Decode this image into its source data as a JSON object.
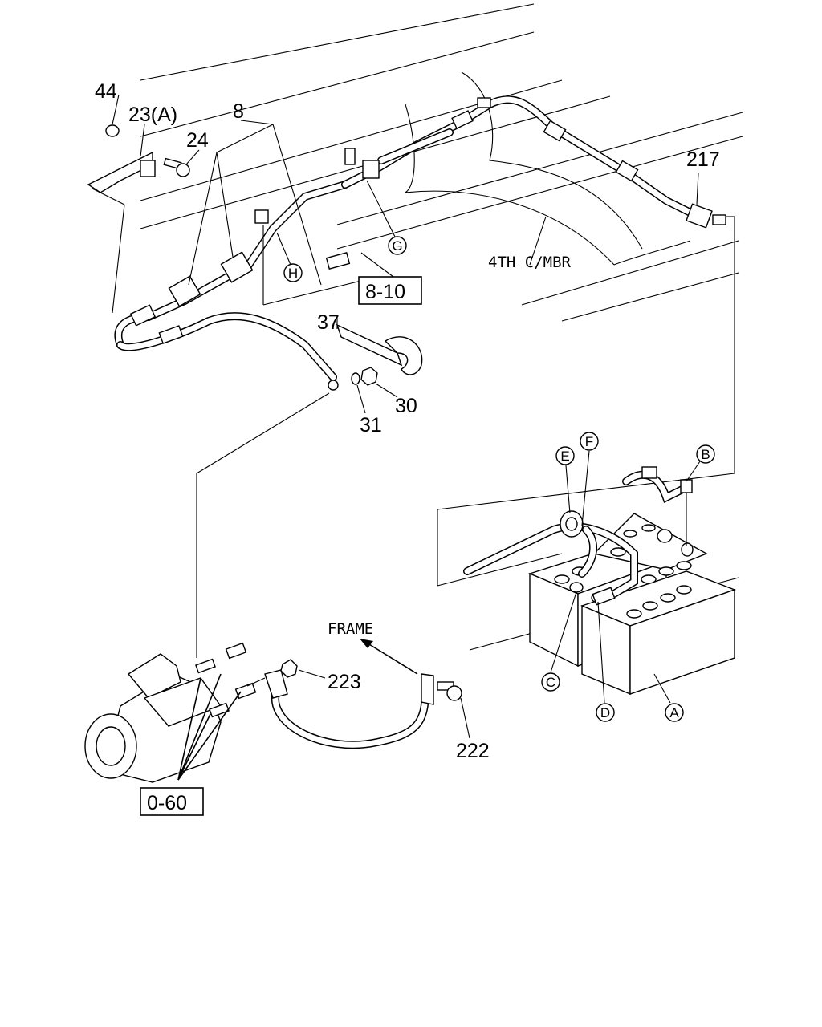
{
  "callouts": {
    "p44": "44",
    "p23a": "23(A)",
    "p24": "24",
    "p8": "8",
    "p217": "217",
    "p37": "37",
    "p30": "30",
    "p31": "31",
    "p223": "223",
    "p222": "222"
  },
  "circle_refs": {
    "a": "A",
    "b": "B",
    "c": "C",
    "d": "D",
    "e": "E",
    "f": "F",
    "g": "G",
    "h": "H"
  },
  "ref_boxes": {
    "r810": "8-10",
    "r060": "0-60"
  },
  "annotations": {
    "member": "4TH C/MBR",
    "frame": "FRAME"
  }
}
